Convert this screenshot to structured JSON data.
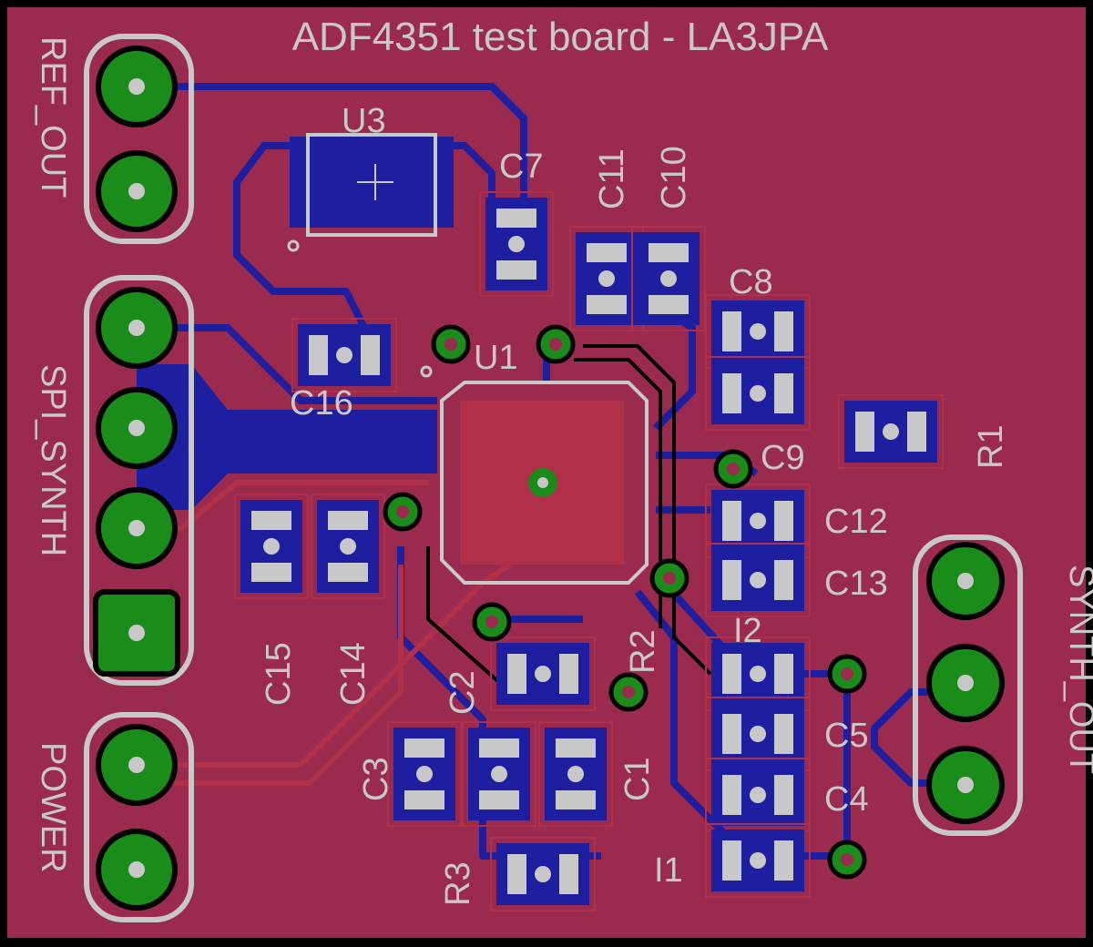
{
  "title": "ADF4351 test board - LA3JPA",
  "colors": {
    "background": "#000000",
    "board": "#9a2a4e",
    "top_copper": "#b0304a",
    "bottom_copper": "#1e1ea0",
    "pad_ring": "#1a8c1a",
    "drill": "#c8c8c8",
    "silkscreen": "#c8c8c8",
    "smd_pad": "#c8c8c8"
  },
  "connectors": {
    "ref_out": "REF_OUT",
    "spi_synth": "SPI_SYNTH",
    "power": "POWER",
    "synth_out": "SYNTH_OUT"
  },
  "components": {
    "u1": "U1",
    "u3": "U3",
    "c1": "C1",
    "c2": "C2",
    "c3": "C3",
    "c4": "C4",
    "c5": "C5",
    "c7": "C7",
    "c8": "C8",
    "c9": "C9",
    "c10": "C10",
    "c11": "C11",
    "c12": "C12",
    "c13": "C13",
    "c14": "C14",
    "c15": "C15",
    "c16": "C16",
    "r1": "R1",
    "r2": "R2",
    "r3": "R3",
    "i1": "I1",
    "i2": "I2"
  }
}
